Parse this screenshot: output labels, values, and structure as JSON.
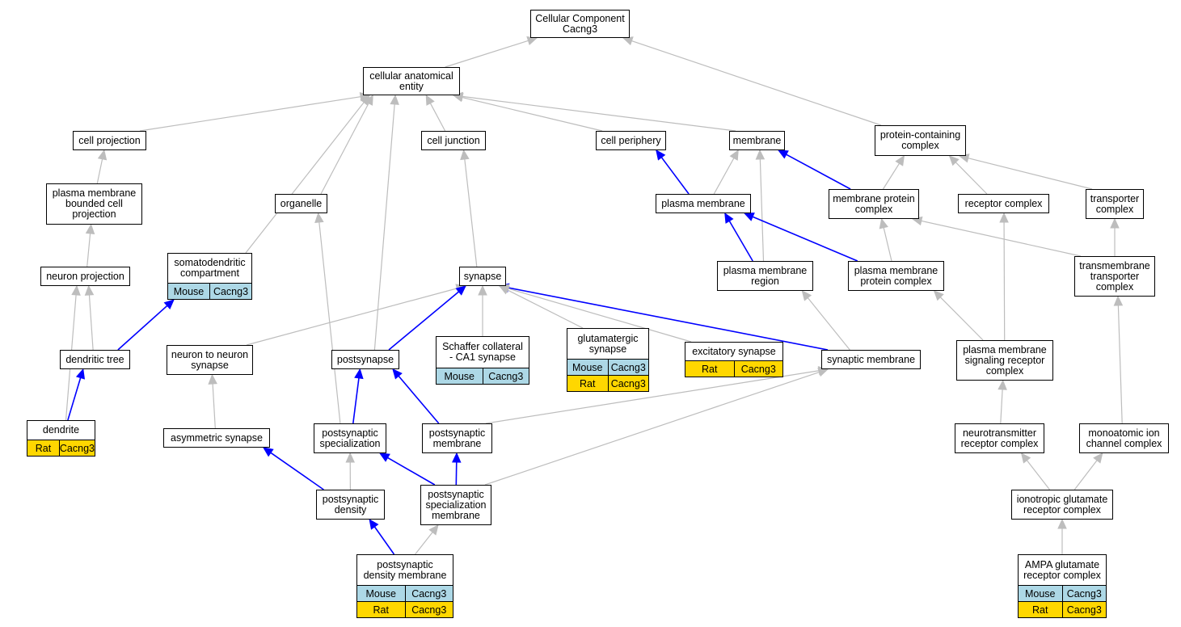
{
  "species_colors": {
    "Mouse": "#add8e6",
    "Rat": "#ffd700"
  },
  "edge_colors": {
    "grey": "#bdbdbd",
    "blue": "#0000ff"
  },
  "nodes": [
    {
      "id": "cc",
      "label": "Cellular Component\nCacng3"
    },
    {
      "id": "cae",
      "label": "cellular anatomical\nentity"
    },
    {
      "id": "cproj",
      "label": "cell projection"
    },
    {
      "id": "cjunc",
      "label": "cell junction"
    },
    {
      "id": "cper",
      "label": "cell periphery"
    },
    {
      "id": "mem",
      "label": "membrane"
    },
    {
      "id": "pcc",
      "label": "protein-containing\ncomplex"
    },
    {
      "id": "pmbcp",
      "label": "plasma membrane\nbounded cell\nprojection"
    },
    {
      "id": "org",
      "label": "organelle"
    },
    {
      "id": "pm",
      "label": "plasma membrane"
    },
    {
      "id": "mpc",
      "label": "membrane protein\ncomplex"
    },
    {
      "id": "rc",
      "label": "receptor complex"
    },
    {
      "id": "tc",
      "label": "transporter\ncomplex"
    },
    {
      "id": "nproj",
      "label": "neuron projection"
    },
    {
      "id": "sdc",
      "label": "somatodendritic\ncompartment",
      "rows": [
        {
          "species": "Mouse",
          "gene": "Cacng3"
        }
      ]
    },
    {
      "id": "syn",
      "label": "synapse"
    },
    {
      "id": "pmr",
      "label": "plasma membrane\nregion"
    },
    {
      "id": "pmpc",
      "label": "plasma membrane\nprotein complex"
    },
    {
      "id": "ttc",
      "label": "transmembrane\ntransporter\ncomplex"
    },
    {
      "id": "dt",
      "label": "dendritic tree"
    },
    {
      "id": "n2n",
      "label": "neuron to neuron\nsynapse"
    },
    {
      "id": "postsyn",
      "label": "postsynapse"
    },
    {
      "id": "sca1",
      "label": "Schaffer collateral\n- CA1 synapse",
      "rows": [
        {
          "species": "Mouse",
          "gene": "Cacng3"
        }
      ]
    },
    {
      "id": "glu",
      "label": "glutamatergic\nsynapse",
      "rows": [
        {
          "species": "Mouse",
          "gene": "Cacng3"
        },
        {
          "species": "Rat",
          "gene": "Cacng3"
        }
      ]
    },
    {
      "id": "exc",
      "label": "excitatory synapse",
      "rows": [
        {
          "species": "Rat",
          "gene": "Cacng3"
        }
      ]
    },
    {
      "id": "synm",
      "label": "synaptic membrane"
    },
    {
      "id": "pmsrc",
      "label": "plasma membrane\nsignaling receptor\ncomplex"
    },
    {
      "id": "dend",
      "label": "dendrite",
      "rows": [
        {
          "species": "Rat",
          "gene": "Cacng3"
        }
      ]
    },
    {
      "id": "asym",
      "label": "asymmetric synapse"
    },
    {
      "id": "pss",
      "label": "postsynaptic\nspecialization"
    },
    {
      "id": "psm",
      "label": "postsynaptic\nmembrane"
    },
    {
      "id": "nrc",
      "label": "neurotransmitter\nreceptor complex"
    },
    {
      "id": "micc",
      "label": "monoatomic ion\nchannel complex"
    },
    {
      "id": "psd",
      "label": "postsynaptic\ndensity"
    },
    {
      "id": "pssm",
      "label": "postsynaptic\nspecialization\nmembrane"
    },
    {
      "id": "igrc",
      "label": "ionotropic glutamate\nreceptor complex"
    },
    {
      "id": "psdm",
      "label": "postsynaptic\ndensity membrane",
      "rows": [
        {
          "species": "Mouse",
          "gene": "Cacng3"
        },
        {
          "species": "Rat",
          "gene": "Cacng3"
        }
      ]
    },
    {
      "id": "ampa",
      "label": "AMPA glutamate\nreceptor complex",
      "rows": [
        {
          "species": "Mouse",
          "gene": "Cacng3"
        },
        {
          "species": "Rat",
          "gene": "Cacng3"
        }
      ]
    }
  ],
  "edges": [
    {
      "from": "cae",
      "to": "cc",
      "color": "grey"
    },
    {
      "from": "pcc",
      "to": "cc",
      "color": "grey"
    },
    {
      "from": "cproj",
      "to": "cae",
      "color": "grey"
    },
    {
      "from": "cjunc",
      "to": "cae",
      "color": "grey"
    },
    {
      "from": "cper",
      "to": "cae",
      "color": "grey"
    },
    {
      "from": "mem",
      "to": "cae",
      "color": "grey"
    },
    {
      "from": "org",
      "to": "cae",
      "color": "grey"
    },
    {
      "from": "sdc",
      "to": "cae",
      "color": "grey"
    },
    {
      "from": "postsyn",
      "to": "cae",
      "color": "grey"
    },
    {
      "from": "pmbcp",
      "to": "cproj",
      "color": "grey"
    },
    {
      "from": "nproj",
      "to": "pmbcp",
      "color": "grey"
    },
    {
      "from": "dt",
      "to": "nproj",
      "color": "grey"
    },
    {
      "from": "dend",
      "to": "nproj",
      "color": "grey"
    },
    {
      "from": "dt",
      "to": "sdc",
      "color": "blue"
    },
    {
      "from": "dend",
      "to": "dt",
      "color": "blue"
    },
    {
      "from": "syn",
      "to": "cjunc",
      "color": "grey"
    },
    {
      "from": "pm",
      "to": "cper",
      "color": "blue"
    },
    {
      "from": "pm",
      "to": "mem",
      "color": "grey"
    },
    {
      "from": "mpc",
      "to": "mem",
      "color": "blue"
    },
    {
      "from": "pmr",
      "to": "mem",
      "color": "grey"
    },
    {
      "from": "mpc",
      "to": "pcc",
      "color": "grey"
    },
    {
      "from": "rc",
      "to": "pcc",
      "color": "grey"
    },
    {
      "from": "tc",
      "to": "pcc",
      "color": "grey"
    },
    {
      "from": "pmr",
      "to": "pm",
      "color": "blue"
    },
    {
      "from": "pmpc",
      "to": "pm",
      "color": "blue"
    },
    {
      "from": "pmpc",
      "to": "mpc",
      "color": "grey"
    },
    {
      "from": "ttc",
      "to": "mpc",
      "color": "grey"
    },
    {
      "from": "ttc",
      "to": "tc",
      "color": "grey"
    },
    {
      "from": "pmsrc",
      "to": "rc",
      "color": "grey"
    },
    {
      "from": "pmsrc",
      "to": "pmpc",
      "color": "grey"
    },
    {
      "from": "synm",
      "to": "pmr",
      "color": "grey"
    },
    {
      "from": "synm",
      "to": "syn",
      "color": "blue"
    },
    {
      "from": "n2n",
      "to": "syn",
      "color": "grey"
    },
    {
      "from": "postsyn",
      "to": "syn",
      "color": "blue"
    },
    {
      "from": "sca1",
      "to": "syn",
      "color": "grey"
    },
    {
      "from": "glu",
      "to": "syn",
      "color": "grey"
    },
    {
      "from": "exc",
      "to": "syn",
      "color": "grey"
    },
    {
      "from": "asym",
      "to": "n2n",
      "color": "grey"
    },
    {
      "from": "pss",
      "to": "postsyn",
      "color": "blue"
    },
    {
      "from": "psm",
      "to": "postsyn",
      "color": "blue"
    },
    {
      "from": "pss",
      "to": "org",
      "color": "grey"
    },
    {
      "from": "psm",
      "to": "synm",
      "color": "grey"
    },
    {
      "from": "pssm",
      "to": "synm",
      "color": "grey"
    },
    {
      "from": "psd",
      "to": "asym",
      "color": "blue"
    },
    {
      "from": "psd",
      "to": "pss",
      "color": "grey"
    },
    {
      "from": "pssm",
      "to": "pss",
      "color": "blue"
    },
    {
      "from": "pssm",
      "to": "psm",
      "color": "blue"
    },
    {
      "from": "psdm",
      "to": "psd",
      "color": "blue"
    },
    {
      "from": "psdm",
      "to": "pssm",
      "color": "grey"
    },
    {
      "from": "nrc",
      "to": "pmsrc",
      "color": "grey"
    },
    {
      "from": "micc",
      "to": "ttc",
      "color": "grey"
    },
    {
      "from": "igrc",
      "to": "nrc",
      "color": "grey"
    },
    {
      "from": "igrc",
      "to": "micc",
      "color": "grey"
    },
    {
      "from": "ampa",
      "to": "igrc",
      "color": "grey"
    }
  ]
}
